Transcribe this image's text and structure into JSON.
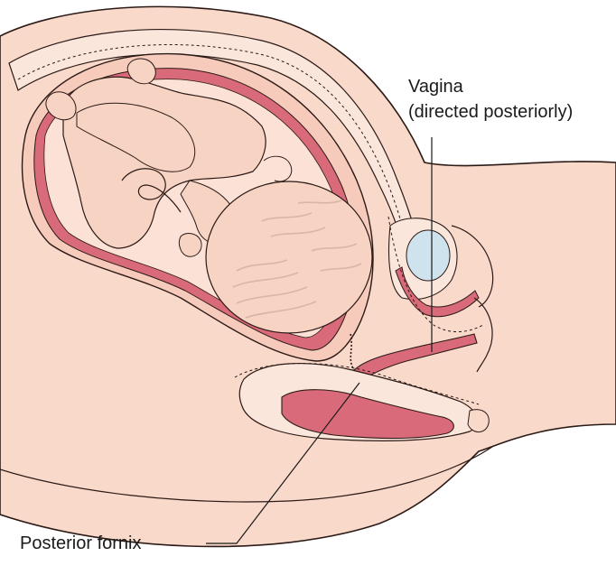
{
  "labels": {
    "vagina_line1": "Vagina",
    "vagina_line2": "(directed posteriorly)",
    "posterior_fornix": "Posterior fornix"
  },
  "colors": {
    "skin": "#f8d6c6",
    "skin_light": "#fbe4d8",
    "skin_outline": "#2b1a16",
    "uterine_wall": "#f4c4b4",
    "mucosa": "#d96a7a",
    "mucosa_dark": "#b94a5c",
    "bladder": "#cfe3ee",
    "hair": "#d8b6a6",
    "leader_line": "#1a1a1a"
  }
}
